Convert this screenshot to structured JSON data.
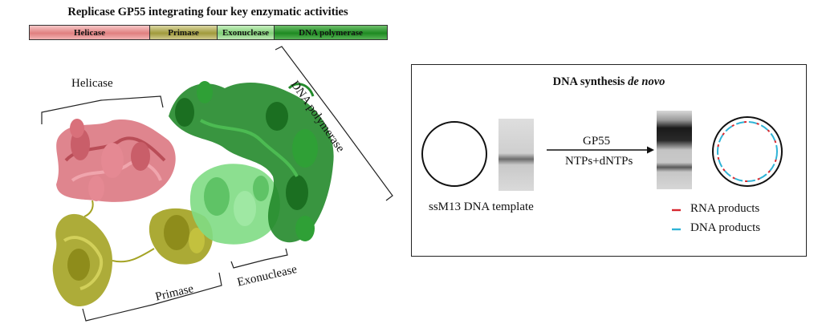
{
  "figure": {
    "title": "Replicase GP55 integrating four key enzymatic activities",
    "domain_bar": [
      {
        "name": "Helicase",
        "color": "#e08a8a"
      },
      {
        "name": "Primase",
        "color": "#a9a34a"
      },
      {
        "name": "Exonuclease",
        "color": "#86d27e"
      },
      {
        "name": "DNA polymerase",
        "color": "#2b9a30"
      }
    ],
    "structure_labels": {
      "helicase": "Helicase",
      "primase": "Primase",
      "exonuclease": "Exonuclease",
      "polymerase": "DNA polymerase"
    },
    "colors": {
      "helicase": "#d9707a",
      "primase": "#a4a324",
      "exonuclease": "#7fdb84",
      "polymerase": "#238a2b",
      "rna_product": "#d7282f",
      "dna_product": "#2fb3d6"
    }
  },
  "panel": {
    "title_plain": "DNA synthesis ",
    "title_italic": "de novo",
    "template_label": "ssM13 DNA template",
    "enzyme": "GP55",
    "substrates": "NTPs+dNTPs",
    "legend": [
      {
        "label": "RNA products",
        "color": "#d7282f"
      },
      {
        "label": "DNA products",
        "color": "#2fb3d6"
      }
    ]
  }
}
